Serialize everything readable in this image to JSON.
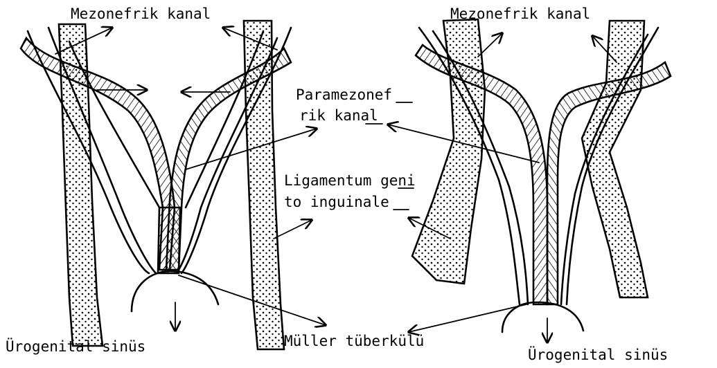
{
  "labels": {
    "mezonefrik_left": "Mezonefrik kanal",
    "mezonefrik_right": "Mezonefrik kanal",
    "paramezonefrik_line1": "Paramezonef",
    "paramezonefrik_line2": "rik kanal",
    "ligamentum_line1": "Ligamentum geni",
    "ligamentum_line2": "to inguinale",
    "urogenital_left": "Ürogenital sinüs",
    "urogenital_right": "Ürogenital sinüs",
    "muller": "Müller tüberkülü"
  }
}
